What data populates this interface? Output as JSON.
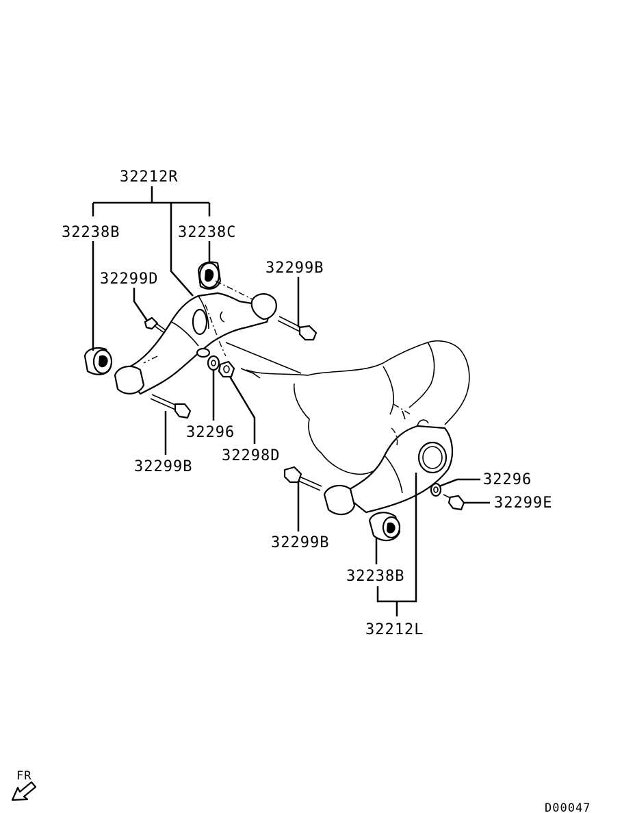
{
  "labels": {
    "arm_r": "32212R",
    "bushing_b_r": "32238B",
    "bushing_c": "32238C",
    "bolt_d": "32299D",
    "bolt_b_top": "32299B",
    "washer_r": "32296",
    "nut_d": "32298D",
    "bolt_b_left": "32299B",
    "washer_l": "32296",
    "bolt_e": "32299E",
    "bolt_b_lower": "32299B",
    "bushing_b_l": "32238B",
    "arm_l": "32212L"
  },
  "direction": {
    "text": "FR",
    "icon": "arrow-down-left-icon"
  },
  "diagram_code": "D00047",
  "colors": {
    "ink": "#000000",
    "background": "#ffffff"
  }
}
